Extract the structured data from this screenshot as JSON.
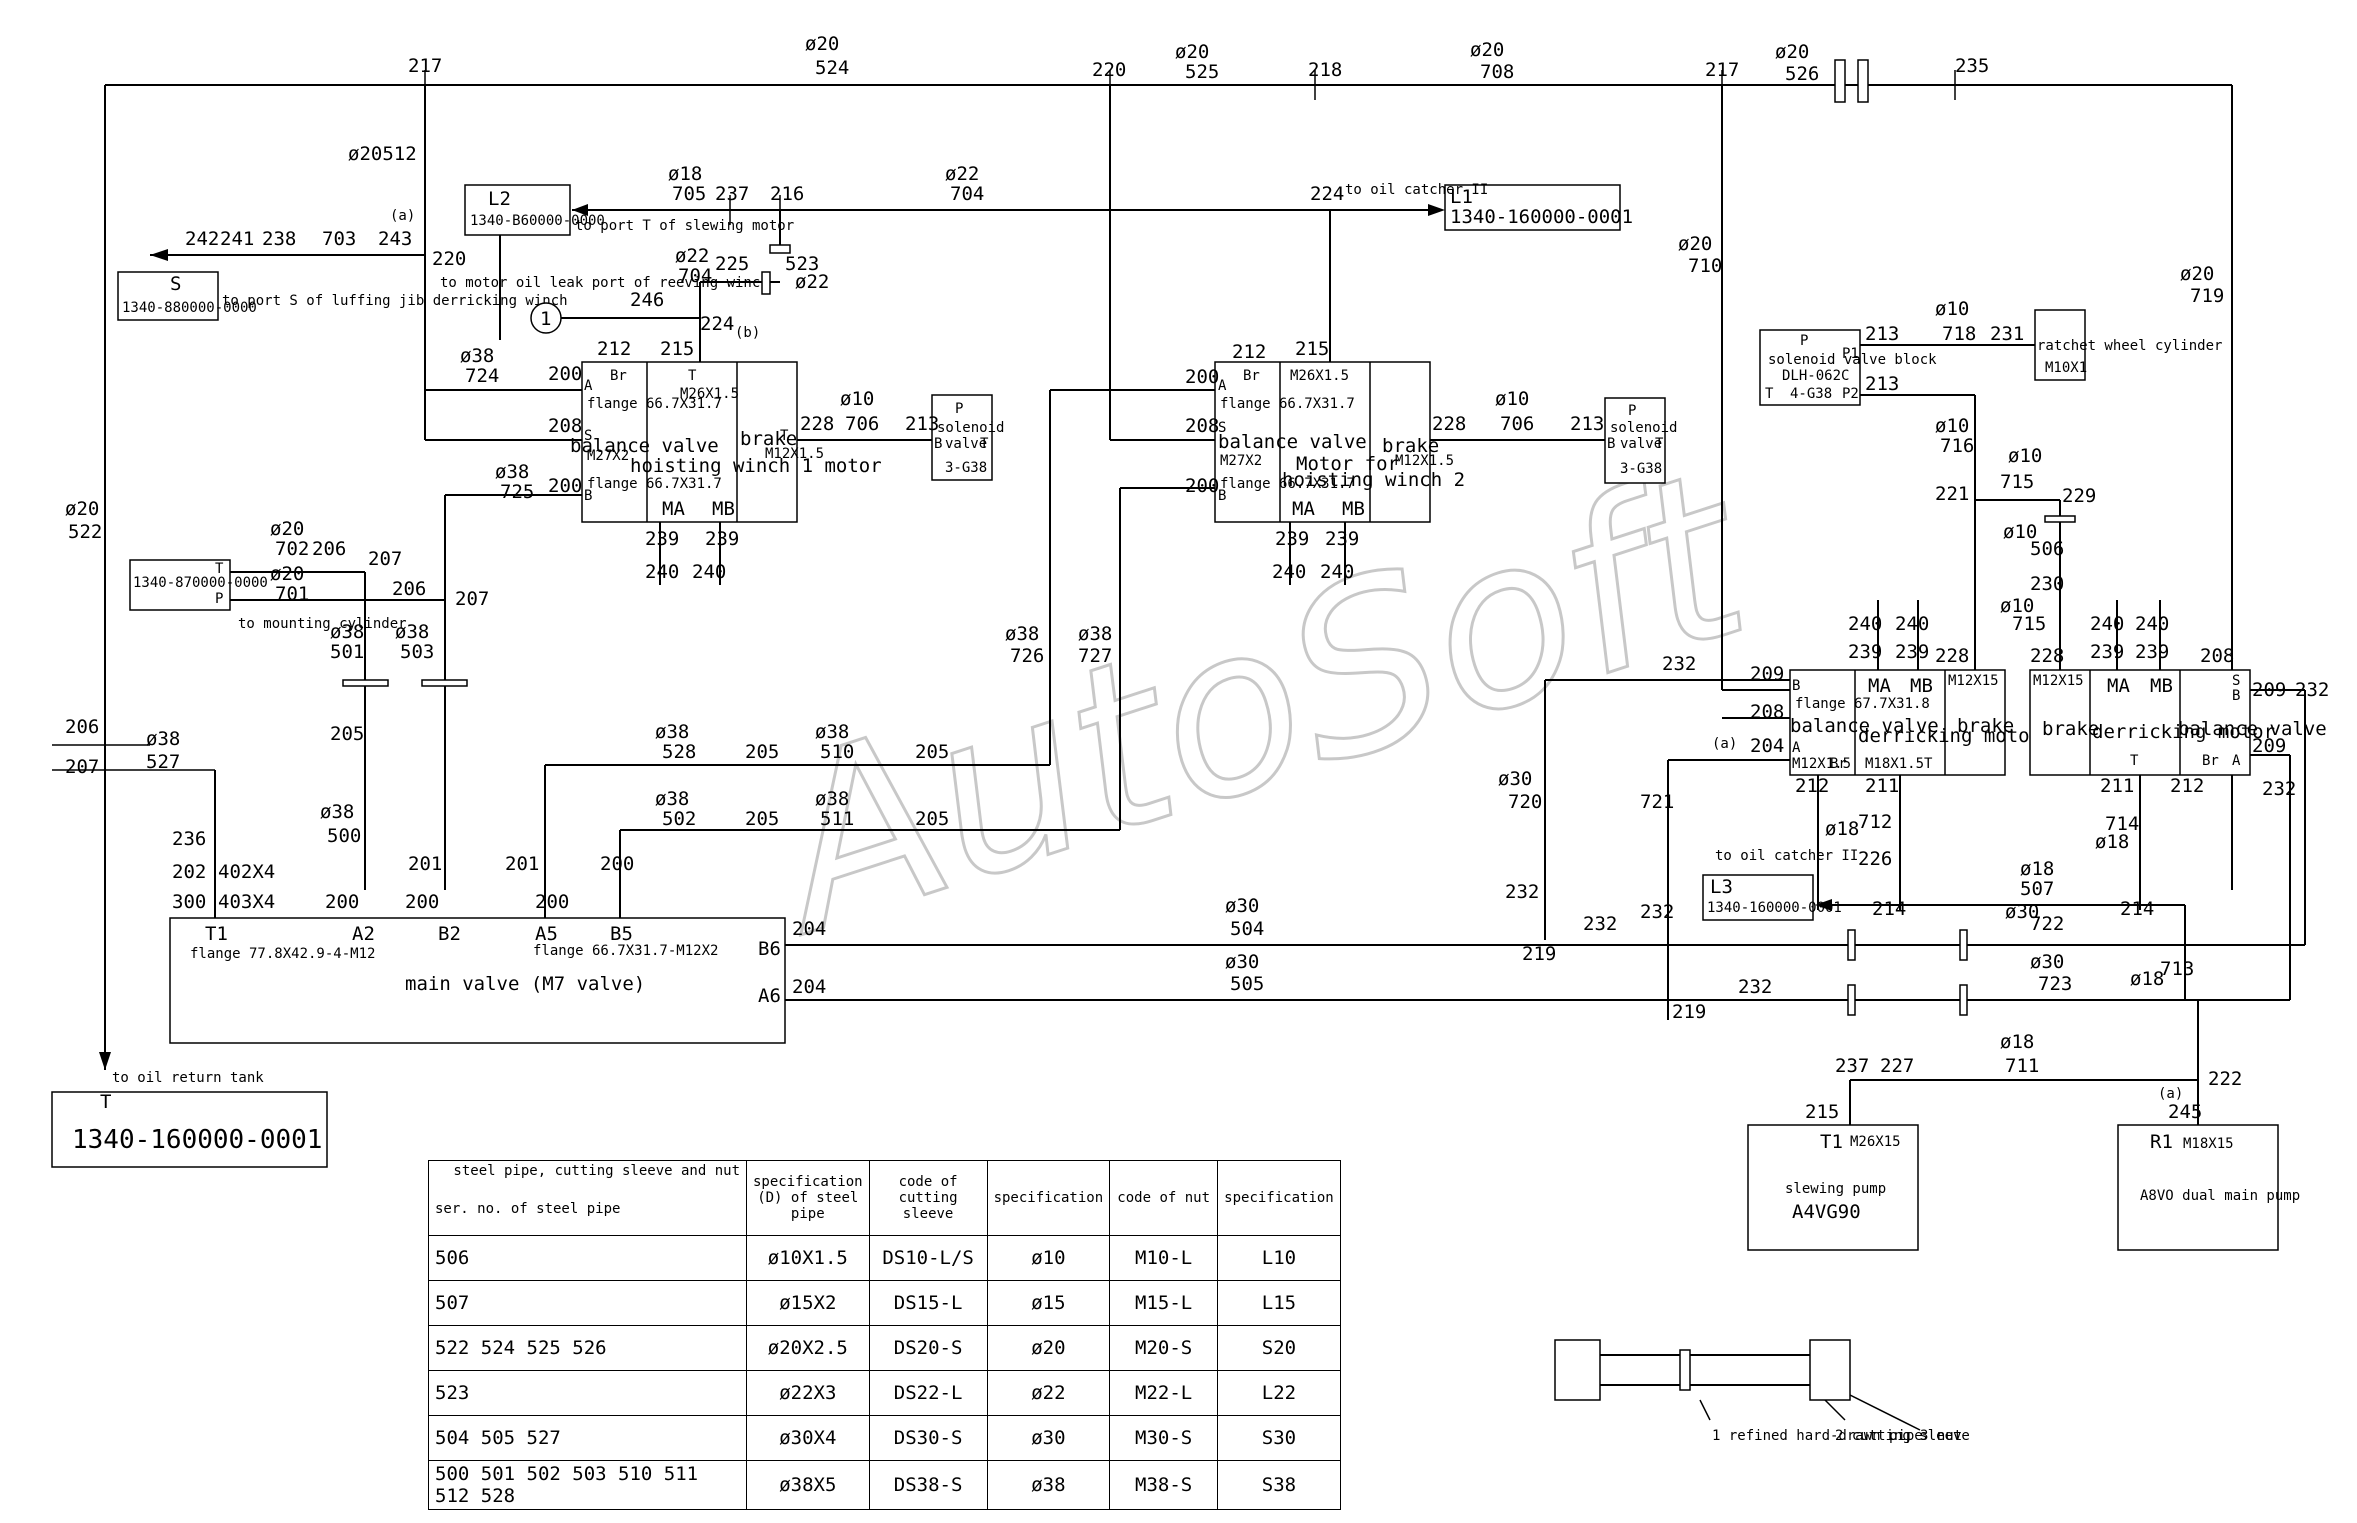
{
  "pipes_top": {
    "l1": "217",
    "d1": "ø20",
    "n1": "524",
    "l2": "220",
    "d2": "ø20",
    "n2": "525",
    "l3": "218",
    "d3": "ø20",
    "n3": "708",
    "l4": "217",
    "d4": "ø20",
    "n4": "526",
    "l5": "235"
  },
  "left_col": {
    "a": "ø20512",
    "b": "ø20",
    "c": "522",
    "d": "206",
    "e": "207",
    "f": "ø38",
    "g": "527",
    "h": "236",
    "i": "202",
    "j": "300",
    "k": "402X4",
    "l": "403X4"
  },
  "blocks": {
    "L2": {
      "name": "L2",
      "code": "1340-B60000-0000",
      "note": "to port T of slewing motor"
    },
    "S": {
      "name": "S",
      "code": "1340-880000-0000",
      "note": "to port S of luffing jib derricking winch"
    },
    "L1": {
      "name": "L1",
      "code": "1340-160000-0001",
      "note": "to oil catcher II"
    },
    "L3": {
      "name": "L3",
      "code": "1340-160000-0001",
      "note": "to oil catcher II"
    },
    "TP": {
      "t": "T",
      "code": "1340-870000-0000",
      "p": "P",
      "note": "to mounting cylinder"
    },
    "T": {
      "name": "T",
      "code": "1340-160000-0001",
      "note": "to oil return tank"
    },
    "sv1": {
      "p": "P",
      "label1": "solenoid",
      "label2": "valve",
      "b": "B",
      "t": "T",
      "code": "3-G38"
    },
    "sv2": {
      "p": "P",
      "label1": "solenoid",
      "label2": "valve",
      "b": "B",
      "t": "T",
      "code": "3-G38"
    },
    "svb": {
      "p": "P",
      "label1": "solenoid valve block",
      "code": "DLH-062C",
      "p1": "P1",
      "p2": "P2",
      "t": "T",
      "code2": "4-G38"
    },
    "ratchet": {
      "label": "ratchet wheel cylinder",
      "code": "M10X1"
    },
    "mainvalve": {
      "label": "main valve (M7 valve)",
      "t1": "T1",
      "a2": "A2",
      "b2": "B2",
      "a5": "A5",
      "b5": "B5",
      "b6": "B6",
      "a6": "A6",
      "flange1": "flange 77.8X42.9-4-M12",
      "flange2": "flange 66.7X31.7-M12X2"
    },
    "slew": {
      "t1": "T1",
      "m": "M26X15",
      "label1": "slewing pump",
      "label2": "A4VG90"
    },
    "main_pump": {
      "r1": "R1",
      "m": "M18X15",
      "label": "A8VO dual main pump"
    }
  },
  "winch1": {
    "br": "Br",
    "t": "T",
    "m": "M26X1.5",
    "a": "A",
    "s": "S",
    "b": "B",
    "bv": "balance valve",
    "hw": "hoisting winch 1 motor",
    "brake": "brake",
    "t2": "T",
    "m2": "M12X1.5",
    "ma": "MA",
    "mb": "MB",
    "fl1": "flange 66.7X31.7",
    "fl2": "M27X2",
    "fl3": "flange 66.7X31.7"
  },
  "winch2": {
    "br": "Br",
    "m": "M26X1.5",
    "a": "A",
    "s": "S",
    "b": "B",
    "bv": "balance valve",
    "mh": "Motor for",
    "hw": "hoisting winch 2",
    "brake": "brake",
    "m2": "M12X1.5",
    "ma": "MA",
    "mb": "MB",
    "fl1": "flange 66.7X31.7",
    "fl2": "M27X2",
    "fl3": "flange 66.7X31.7"
  },
  "derrick1": {
    "b": "B",
    "fl": "flange 67.7X31.8",
    "ma": "MA",
    "mb": "MB",
    "m": "M12X15",
    "bv": "balance valve",
    "dm": "derricking motor",
    "brake": "brake",
    "a": "A",
    "m2": "M12X1.5",
    "br": "Br",
    "m3": "M18X1.5T"
  },
  "derrick2": {
    "m": "M12X15",
    "ma": "MA",
    "mb": "MB",
    "s": "S",
    "b": "B",
    "brake": "brake",
    "dm": "derricking motor",
    "bv": "balance valve",
    "t": "T",
    "br": "Br",
    "a": "A"
  },
  "labels": {
    "l243": "243",
    "l242": "242",
    "l241": "241",
    "l238": "238",
    "l703": "703",
    "q": "(a)",
    "l220": "220",
    "d18": "ø18",
    "n705": "705",
    "l237": "237",
    "l216": "216",
    "d22a": "ø22",
    "n704a": "704",
    "l224": "224",
    "l523": "523",
    "d22b": "ø22",
    "d22c": "ø22",
    "n704b": "704",
    "l225": "225",
    "reeve": "to motor oil leak port of reeving winch",
    "circ": "1",
    "l246": "246",
    "l224b": "224",
    "bq": "(b)",
    "d38a": "ø38",
    "n724": "724",
    "l212": "212",
    "l215": "215",
    "l200a": "200",
    "l208a": "208",
    "l200b": "200",
    "d38b": "ø38",
    "n725": "725",
    "d10a": "ø10",
    "n706a": "706",
    "l228a": "228",
    "l213a": "213",
    "l239a": "239",
    "l239b": "239",
    "l240a": "240",
    "l240b": "240",
    "d20a": "ø20",
    "n702": "702",
    "l206a": "206",
    "l207a": "207",
    "d20b": "ø20",
    "n701": "701",
    "l206b": "206",
    "l207b": "207",
    "d38c": "ø38",
    "n501": "501",
    "d38d": "ø38",
    "n503": "503",
    "l205a": "205",
    "d38e": "ø38",
    "n500": "500",
    "l201a": "201",
    "l200c": "200",
    "l200d": "200",
    "l200e": "200",
    "d38f": "ø38",
    "n528": "528",
    "l205b": "205",
    "d38g": "ø38",
    "n510": "510",
    "l205c": "205",
    "d38h": "ø38",
    "n502": "502",
    "l205d": "205",
    "d38i": "ø38",
    "n511": "511",
    "l205e": "205",
    "l201b": "201",
    "l200f": "200",
    "d38j": "ø38",
    "n726": "726",
    "d38k": "ø38",
    "n727": "727",
    "l220b": "220",
    "l212b": "212",
    "l215b": "215",
    "l200g": "200",
    "l208b": "208",
    "l200h": "200",
    "d10b": "ø10",
    "n706b": "706",
    "l228b": "228",
    "l213b": "213",
    "l239c": "239",
    "l239d": "239",
    "l240c": "240",
    "l240d": "240",
    "d20c": "ø20",
    "n710": "710",
    "d20d": "ø20",
    "n719": "719",
    "l213c": "213",
    "d10c": "ø10",
    "n718": "718",
    "l231": "231",
    "l213d": "213",
    "d10d": "ø10",
    "n716": "716",
    "l221": "221",
    "d10e": "ø10",
    "n715a": "715",
    "l229": "229",
    "d10f": "ø10",
    "n506": "506",
    "l230": "230",
    "d10g": "ø10",
    "n715b": "715",
    "l240e": "240",
    "l240f": "240",
    "l239e": "239",
    "l239f": "239",
    "l228c": "228",
    "l232a": "232",
    "l209a": "209",
    "l208c": "208",
    "aq": "(a)",
    "l204a": "204",
    "l212c": "212",
    "l211a": "211",
    "l240g": "240",
    "l240h": "240",
    "l239g": "239",
    "l239h": "239",
    "l228d": "228",
    "l208d": "208",
    "l209b": "209",
    "l232b": "232",
    "l209c": "209",
    "l232c": "232",
    "l211b": "211",
    "l212d": "212",
    "d30a": "ø30",
    "n720": "720",
    "l721": "721",
    "d18b": "ø18",
    "n712": "712",
    "l226": "226",
    "d18c": "ø18",
    "n714": "714",
    "l232d": "232",
    "l232e": "232",
    "l232f": "232",
    "l219a": "219",
    "l214a": "214",
    "d18d": "ø18",
    "n507": "507",
    "d30b": "ø30",
    "n722": "722",
    "l214b": "214",
    "l204b": "204",
    "d30c": "ø30",
    "n504": "504",
    "d30d": "ø30",
    "n505": "505",
    "l204c": "204",
    "l219b": "219",
    "l232g": "232",
    "d30e": "ø30",
    "n723": "723",
    "d18e": "ø18",
    "n713": "713",
    "d18f": "ø18",
    "n711": "711",
    "l237b": "237",
    "l227": "227",
    "l222": "222",
    "l215c": "215",
    "aq2": "(a)",
    "l245": "245"
  },
  "legend": {
    "p1": "1 refined hard-drawn pipe",
    "p2": "2 cutting sleeve",
    "p3": "3 nut"
  },
  "table": {
    "hdr_top": "steel pipe, cutting sleeve and nut",
    "hdr_bot": "ser. no. of steel pipe",
    "h1": "specification (D) of steel pipe",
    "h2": "code of cutting sleeve",
    "h3": "specification",
    "h4": "code of nut",
    "h5": "specification",
    "rows": [
      {
        "ser": "506",
        "spec": "ø10X1.5",
        "sleeve": "DS10-L/S",
        "s2": "ø10",
        "nut": "M10-L",
        "s3": "L10"
      },
      {
        "ser": "507",
        "spec": "ø15X2",
        "sleeve": "DS15-L",
        "s2": "ø15",
        "nut": "M15-L",
        "s3": "L15"
      },
      {
        "ser": "522 524 525 526",
        "spec": "ø20X2.5",
        "sleeve": "DS20-S",
        "s2": "ø20",
        "nut": "M20-S",
        "s3": "S20"
      },
      {
        "ser": "523",
        "spec": "ø22X3",
        "sleeve": "DS22-L",
        "s2": "ø22",
        "nut": "M22-L",
        "s3": "L22"
      },
      {
        "ser": "504 505 527",
        "spec": "ø30X4",
        "sleeve": "DS30-S",
        "s2": "ø30",
        "nut": "M30-S",
        "s3": "S30"
      },
      {
        "ser": "500 501 502 503 510 511 512 528",
        "spec": "ø38X5",
        "sleeve": "DS38-S",
        "s2": "ø38",
        "nut": "M38-S",
        "s3": "S38"
      }
    ]
  },
  "watermark": "AutoSoft"
}
